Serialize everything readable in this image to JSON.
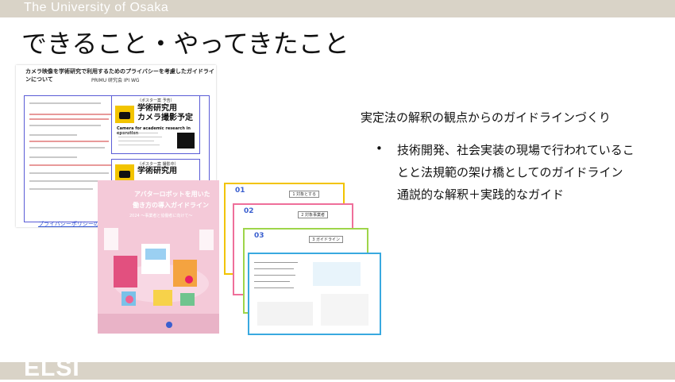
{
  "header": {
    "university": "The University of Osaka"
  },
  "slide": {
    "title": "できること・やってきたこと"
  },
  "doc": {
    "heading": "カメラ映像を学術研究で利用するためのプライバシーを考慮したガイドラインについて",
    "subheading": "PRIMU 研究会 IPI WG",
    "link": "プライバシーポリシーのひな型"
  },
  "posters": [
    {
      "small": "（ポスター案 予告）",
      "title_line1": "学術研究用",
      "title_line2": "カメラ撮影予定",
      "en": "Camera for academic research in operation"
    },
    {
      "small": "（ポスター案 撮影中）",
      "title_line1": "学術研究用",
      "title_line2": "",
      "en": ""
    }
  ],
  "pink_cover": {
    "line1": "アバターロボットを用いた",
    "line2": "働き方の導入ガイドライン",
    "line3": "2024 〜事業者と協働者に向けて〜"
  },
  "pages": [
    {
      "num": "01",
      "tag": "1 対象とする",
      "color": "#f2c400"
    },
    {
      "num": "02",
      "tag": "2 対象事業者",
      "color": "#ef6f9a"
    },
    {
      "num": "03",
      "tag": "3 ガイドライン",
      "color": "#9ed54a"
    },
    {
      "num": "",
      "tag": "",
      "color": "#39a9e0"
    }
  ],
  "right": {
    "heading": "実定法の解釈の観点からのガイドラインづくり",
    "bullet": "•",
    "line1": "技術開発、社会実装の現場で行われているこ",
    "line2": "とと法規範の架け橋としてのガイドライン",
    "line3": "通説的な解釈＋実践的なガイド"
  },
  "footer": {
    "logo": "ELSI"
  }
}
